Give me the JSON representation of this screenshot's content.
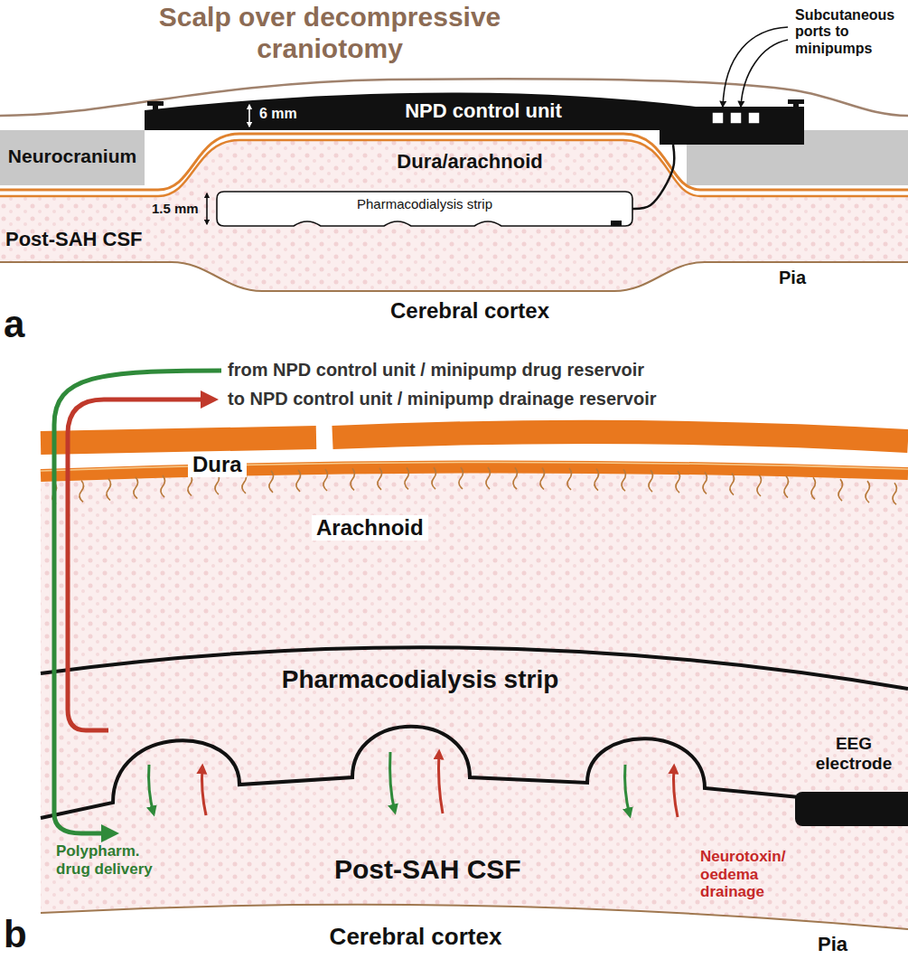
{
  "diagram": {
    "nodes": [
      {
        "text": [
          "NPD control unit"
        ]
      },
      {
        "text": [
          "Neurocranium"
        ]
      },
      {
        "text": [
          "Pharmacodialysis strip"
        ]
      },
      {
        "text": [
          "Pharmacodialysis strip"
        ]
      }
    ],
    "edges": [
      {
        "from": 0,
        "to": 2,
        "arrow": "none"
      }
    ],
    "labels": [
      "Scalp over decompressive craniotomy",
      "Subcutaneous ports to minipumps",
      "6 mm",
      "Dura/arachnoid",
      "1.5 mm",
      "Post-SAH CSF",
      "Cerebral cortex",
      "Pia",
      "a",
      "from NPD control unit / minipump drug reservoir",
      "to NPD control unit / minipump drainage reservoir",
      "Dura",
      "Arachnoid",
      "EEG electrode",
      "Polypharm. drug delivery",
      "Neurotoxin/ oedema drainage",
      "Post-SAH CSF",
      "Cerebral cortex",
      "Pia",
      "b"
    ]
  }
}
